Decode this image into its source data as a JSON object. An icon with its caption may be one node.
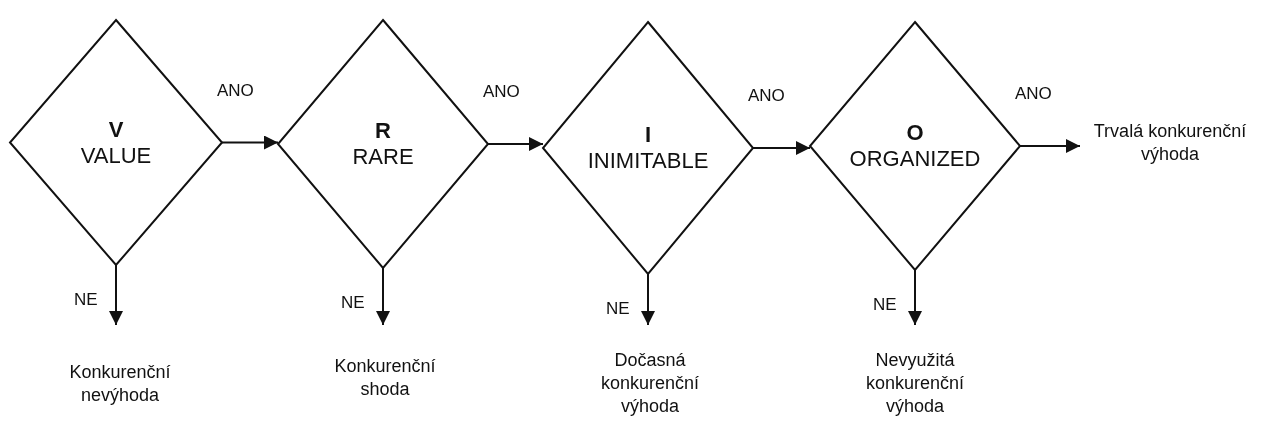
{
  "diagram": {
    "nodes": [
      {
        "text": [
          "V",
          "VALUE"
        ]
      },
      {
        "text": [
          "R",
          "RARE"
        ]
      },
      {
        "text": [
          "I",
          "INIMITABLE"
        ]
      },
      {
        "text": [
          "O",
          "ORGANIZED"
        ]
      },
      {
        "text": [
          "Trvalá konkurenční výhoda"
        ]
      },
      {
        "text": [
          "Konkurenční nevýhoda"
        ]
      },
      {
        "text": [
          "Konkurenční shoda"
        ]
      },
      {
        "text": [
          "Dočasná konkurenční výhoda"
        ]
      },
      {
        "text": [
          "Nevyužitá konkurenční výhoda"
        ]
      }
    ],
    "edges": [
      {
        "from": 0,
        "to": 1,
        "arrow": "to",
        "label": "ANO"
      },
      {
        "from": 1,
        "to": 2,
        "arrow": "to",
        "label": "ANO"
      },
      {
        "from": 2,
        "to": 3,
        "arrow": "to",
        "label": "ANO"
      },
      {
        "from": 3,
        "to": 4,
        "arrow": "to",
        "label": "ANO"
      },
      {
        "from": 0,
        "to": 5,
        "arrow": "to",
        "label": "NE"
      },
      {
        "from": 1,
        "to": 6,
        "arrow": "to",
        "label": "NE"
      },
      {
        "from": 2,
        "to": 7,
        "arrow": "to",
        "label": "NE"
      },
      {
        "from": 3,
        "to": 8,
        "arrow": "to",
        "label": "NE"
      }
    ]
  }
}
